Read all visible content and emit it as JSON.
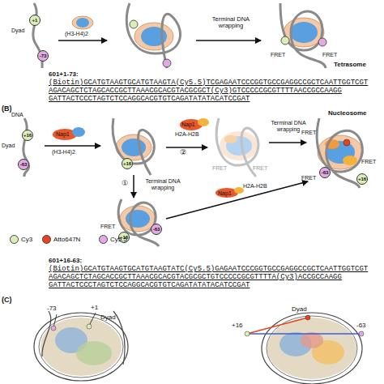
{
  "diagram": {
    "nodes": [
      {
        "text": [
          "+1"
        ]
      },
      {
        "text": [
          "-73"
        ]
      },
      {
        "text": [
          "+16"
        ]
      },
      {
        "text": [
          "-63"
        ]
      },
      {
        "text": [
          "+16"
        ]
      },
      {
        "text": [
          "+16"
        ]
      },
      {
        "text": [
          "-63"
        ]
      },
      {
        "text": [
          "+16"
        ]
      },
      {
        "text": [
          "-63"
        ]
      }
    ],
    "labels": [
      "Dyad",
      "(H3-H4)2",
      "Terminal DNA wrapping",
      "FRET",
      "FRET",
      "Tetrasome",
      "601+1-73:",
      "(Biotin)GCATGTAAGTGCATGTAAGTA(Cy5.5)TCGAGAATCCCGGTGCCGAGGCCGCTCAATTGGTCGT",
      "AGACAGCTCTAGCACCGCTTAAACGCACGTACGCGCT(Cy3)GTCCCCCGCGTTTTAACCGCCAAGG",
      "GATTACTCCCTAGTCTCCAGGCACGTGTCAGATATATACATCCGAT",
      "(B)",
      "DNA",
      "Dyad",
      "Nap1",
      "(H3-H4)2",
      "①",
      "Terminal DNA wrapping",
      "②",
      "Nap1",
      "H2A-H2B",
      "FRET",
      "FRET",
      "Terminal DNA wrapping",
      "Nucleosome",
      "FRET",
      "FRET",
      "FRET",
      "FRET",
      "Nap1",
      "H2A-H2B",
      "601+16-63:",
      "(Biotin)GCATGTAAGTGCATGTAAGTATC(Cy5.5)GAGAATCCCGGTGCCGAGGCCGCTCAATTGGTCGT",
      "AGACAGCTCTAGCACCGCTTAAACGCACGTACGCGCTGTCCCCCGCGTTTTA(Cy3)ACCGCCAAGG",
      "GATTACTCCCTAGTCTCCAGGCACGTGTCAGATATATACATCCGAT",
      "(C)",
      "-73",
      "+1",
      "Dyad",
      "Dyad",
      "+16",
      "-63"
    ],
    "legend": [
      {
        "text": "Cy3",
        "color": "#dbedb9"
      },
      {
        "text": "Atto647N",
        "color": "#e8431f"
      },
      {
        "text": "Cy5.5",
        "color": "#e3a9e4"
      }
    ]
  }
}
